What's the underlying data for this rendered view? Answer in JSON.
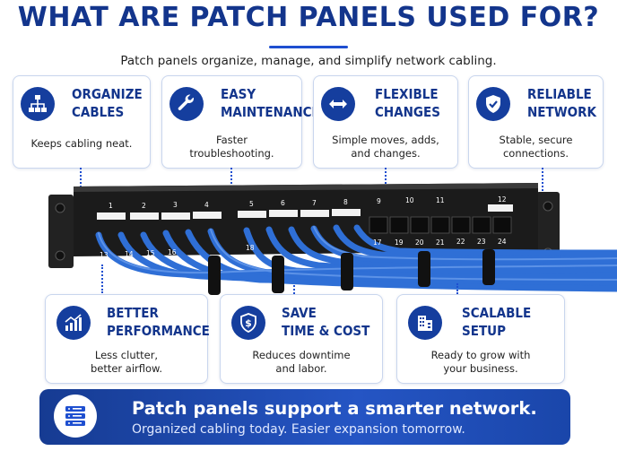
{
  "title": "WHAT ARE PATCH PANELS USED FOR?",
  "subtitle": "Patch panels organize, manage, and simplify network cabling.",
  "top_cards": [
    {
      "title_line1": "ORGANIZE",
      "title_line2": "CABLES",
      "desc_line1": "Keeps cabling neat.",
      "desc_line2": "",
      "icon": "network-tree-icon"
    },
    {
      "title_line1": "EASY",
      "title_line2": "MAINTENANCE",
      "desc_line1": "Faster",
      "desc_line2": "troubleshooting.",
      "icon": "wrench-icon"
    },
    {
      "title_line1": "FLEXIBLE",
      "title_line2": "CHANGES",
      "desc_line1": "Simple moves, adds,",
      "desc_line2": "and changes.",
      "icon": "double-arrow-icon"
    },
    {
      "title_line1": "RELIABLE",
      "title_line2": "NETWORK",
      "desc_line1": "Stable, secure",
      "desc_line2": "connections.",
      "icon": "shield-check-icon"
    }
  ],
  "bottom_cards": [
    {
      "title_line1": "BETTER",
      "title_line2": "PERFORMANCE",
      "desc_line1": "Less clutter,",
      "desc_line2": "better airflow.",
      "icon": "chart-up-icon"
    },
    {
      "title_line1": "SAVE",
      "title_line2": "TIME & COST",
      "desc_line1": "Reduces downtime",
      "desc_line2": "and labor.",
      "icon": "dollar-shield-icon"
    },
    {
      "title_line1": "SCALABLE",
      "title_line2": "SETUP",
      "desc_line1": "Ready to grow with",
      "desc_line2": "your business.",
      "icon": "building-icon"
    }
  ],
  "panel": {
    "top_port_numbers": [
      "1",
      "2",
      "3",
      "4",
      "5",
      "6",
      "7",
      "8",
      "9",
      "10",
      "11",
      "12"
    ],
    "bottom_port_numbers": [
      "13",
      "14",
      "15",
      "16",
      "17",
      "18",
      "19",
      "20",
      "21",
      "22",
      "23",
      "24"
    ]
  },
  "banner": {
    "title": "Patch panels support a smarter network.",
    "subtitle": "Organized cabling today. Easier expansion tomorrow.",
    "icon": "server-rack-icon"
  },
  "colors": {
    "navy": "#13358c",
    "accent": "#1e4fd0",
    "cable": "#2f6fd6"
  }
}
